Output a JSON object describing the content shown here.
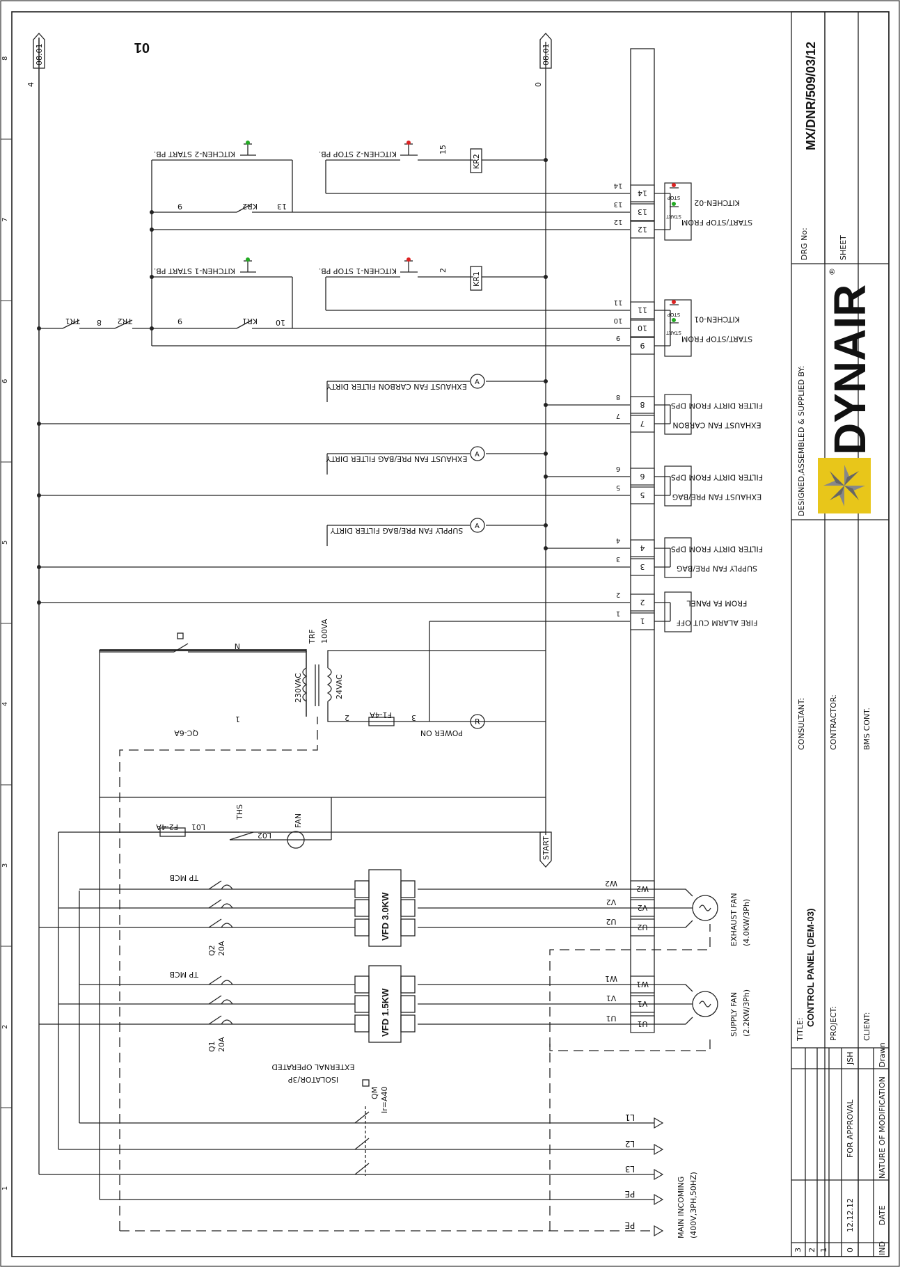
{
  "title_block": {
    "drg_no": "MX/DNR/509/03/12",
    "drg_no_label": "DRG No:",
    "sheet_label": "SHEET",
    "supplier_label": "DESIGNED,ASSEMBLED & SUPPLIED BY:",
    "brand": "DYNAIR",
    "brand_reg": "®",
    "consultant_label": "CONSULTANT:",
    "contractor_label": "CONTRACTOR:",
    "bms_label": "BMS CONT.",
    "title_label": "TITLE:",
    "title": "CONTROL PANEL (DEM-03)",
    "project_label": "PROJECT:",
    "client_label": "CLIENT:",
    "rev_rows": [
      "3",
      "2",
      "1",
      "0"
    ],
    "rev0_date": "12.12.12",
    "rev0_nature": "FOR APPROVAL",
    "rev0_drawn": "JSH",
    "hdr_ind": "IND",
    "hdr_date": "DATE",
    "hdr_nature": "NATURE OF MODIFICATION",
    "hdr_drawn": "Drawn"
  },
  "page_number": "01",
  "grid_numbers": [
    "1",
    "2",
    "3",
    "4",
    "5",
    "6",
    "7",
    "8"
  ],
  "offpage": {
    "left": "08.01",
    "right": "08.01",
    "start": "START"
  },
  "wire_numbers": {
    "w4": "4",
    "w0": "0"
  },
  "incoming": {
    "phases": [
      "L1",
      "L2",
      "L3",
      "PE",
      "PE"
    ],
    "label1": "MAIN INCOMING",
    "label2": "(400V,3PH,50HZ)",
    "isolator1": "EXTERNAL OPERATED",
    "isolator2": "ISOLATOR/3P",
    "qm": "QM",
    "ir": "Ir=A40"
  },
  "supply_fan": {
    "mcb_label": "Q1",
    "mcb_rating": "20A",
    "mcb_type": "TP MCB",
    "vfd": "VFD 1.5KW",
    "motor1": "SUPPLY FAN",
    "motor2": "(2.2KW/3Ph)",
    "terms": [
      "U1",
      "V1",
      "W1"
    ],
    "inputs": [
      "L1",
      "L2",
      "L3"
    ]
  },
  "exhaust_fan": {
    "mcb_label": "Q2",
    "mcb_rating": "20A",
    "mcb_type": "TP MCB",
    "vfd": "VFD 3.0KW",
    "motor1": "EXHAUST FAN",
    "motor2": "(4.0KW/3Ph)",
    "terms": [
      "U2",
      "V2",
      "W2"
    ],
    "inputs": [
      "L1",
      "L2",
      "L3"
    ]
  },
  "panel_fan": {
    "fuse": "F2-4A",
    "l01": "L01",
    "l02": "L02",
    "ths": "THS",
    "fan": "FAN"
  },
  "control": {
    "qc": "QC-6A",
    "trf": "TRF",
    "trf_va": "100VA",
    "primary": "230VAC",
    "secondary": "24VAC",
    "neutral": "N",
    "fuse": "F1-4A",
    "power_on": "POWER ON",
    "wire1": "1",
    "wire2": "2",
    "wire3": "3"
  },
  "terminals": [
    "1",
    "2",
    "3",
    "4",
    "5",
    "6",
    "7",
    "8",
    "9",
    "10",
    "11",
    "12",
    "13",
    "14"
  ],
  "field_devices": [
    "FIRE ALARM CUT OFF\nFROM FA PANEL",
    "SUPPLY FAN PRE/BAG\nFILTER DIRTY FROM DPS",
    "EXHAUST FAN PRE/BAG\nFILTER DIRTY FROM DPS",
    "EXHAUST FAN CARBON\nFILTER DIRTY FROM DPS",
    "START/STOP FROM\nKITCHEN-01",
    "START/STOP FROM\nKITCHEN-02"
  ],
  "lamps": [
    "SUPPLY FAN PRE/BAG FILTER DIRTY",
    "EXHAUST FAN PRE/BAG FILTER DIRTY",
    "EXHAUST FAN CARBON FILTER DIRTY"
  ],
  "kitchen": {
    "k1_start": "KITCHEN-1 START PB.",
    "k1_stop": "KITCHEN-1 STOP PB.",
    "k2_start": "KITCHEN-2 START PB.",
    "k2_stop": "KITCHEN-2 STOP PB.",
    "kr1": "KR1",
    "kr2": "KR2",
    "tr1": "TR1",
    "tr2": "TR2",
    "n8": "8",
    "n9": "9",
    "n10": "10",
    "n13": "13",
    "n2": "2",
    "n15": "15"
  },
  "lamp_letters": {
    "alarm": "A",
    "run": "R"
  },
  "button_labels": {
    "start": "START",
    "stop": "STOP"
  }
}
